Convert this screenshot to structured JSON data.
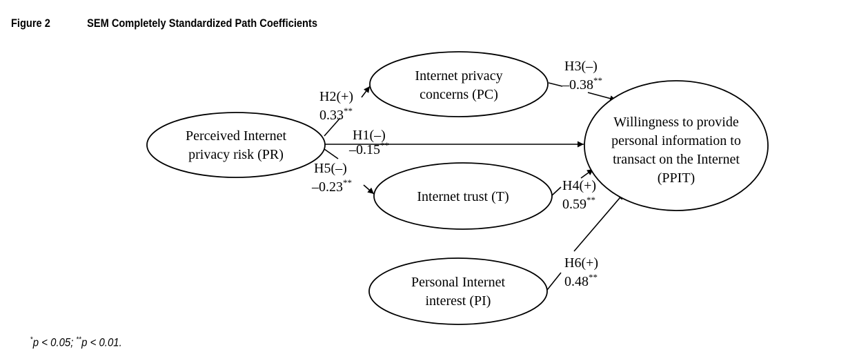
{
  "figure": {
    "label": "Figure 2",
    "title": "SEM Completely Standardized Path Coefficients"
  },
  "nodes": {
    "pr": {
      "lines": [
        "Perceived Internet",
        "privacy risk (PR)"
      ]
    },
    "pc": {
      "lines": [
        "Internet privacy",
        "concerns  (PC)"
      ]
    },
    "t": {
      "lines": [
        "Internet trust (T)"
      ]
    },
    "pi": {
      "lines": [
        "Personal Internet",
        "interest (PI)"
      ]
    },
    "ppit": {
      "lines": [
        "Willingness to provide",
        "personal information to",
        "transact on the Internet",
        "(PPIT)"
      ]
    }
  },
  "paths": {
    "h1": {
      "hypothesis": "H1(–)",
      "coefficient": "–0.15",
      "significance": "**"
    },
    "h2": {
      "hypothesis": "H2(+)",
      "coefficient": "0.33",
      "significance": "**"
    },
    "h3": {
      "hypothesis": "H3(–)",
      "coefficient": "–0.38",
      "significance": "**"
    },
    "h4": {
      "hypothesis": "H4(+)",
      "coefficient": "0.59",
      "significance": "**"
    },
    "h5": {
      "hypothesis": "H5(–)",
      "coefficient": "–0.23",
      "significance": "**"
    },
    "h6": {
      "hypothesis": "H6(+)",
      "coefficient": "0.48",
      "significance": "**"
    }
  },
  "footnote": {
    "star1": "*",
    "p1": "p < 0.05; ",
    "star2": "**",
    "p2": "p < 0.01."
  }
}
